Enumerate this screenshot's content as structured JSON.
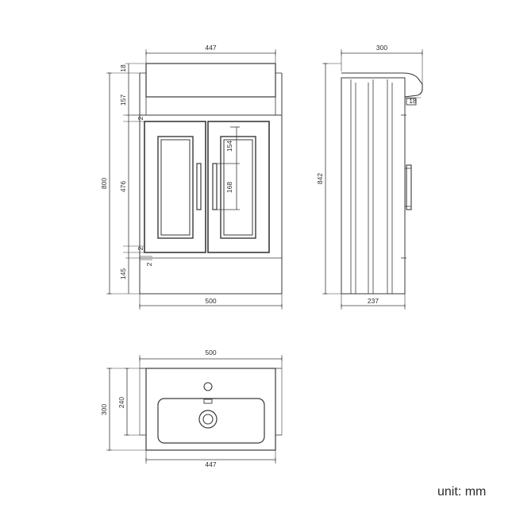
{
  "front_view": {
    "dim_top_width": "447",
    "dim_bottom_width": "500",
    "dim_overall_height": "800",
    "dim_basin_height": "18",
    "dim_upper": "157",
    "dim_gap_top": "2",
    "dim_door_height": "476",
    "dim_gap_bottom": "2",
    "dim_plinth": "145",
    "dim_gap_plinth": "2",
    "dim_handle_offset": "154",
    "dim_handle_length": "168"
  },
  "side_view": {
    "dim_top_depth": "300",
    "dim_overhang": "18",
    "dim_overall_height": "842",
    "dim_cabinet_depth": "237"
  },
  "top_view": {
    "dim_width": "500",
    "dim_inner_width": "447",
    "dim_depth": "300",
    "dim_inner_depth": "240"
  },
  "unit_label": "unit: mm"
}
